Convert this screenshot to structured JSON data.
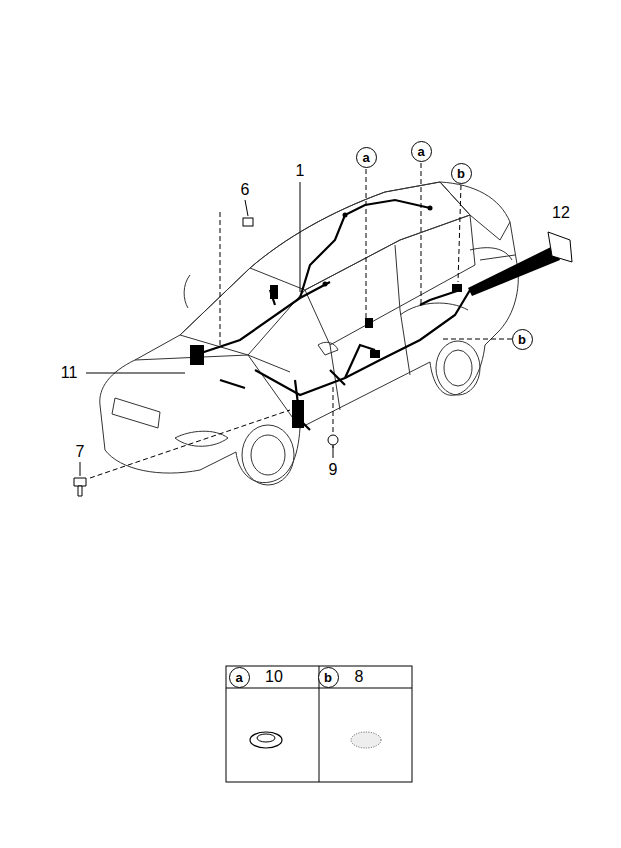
{
  "diagram": {
    "nodes": [
      {
        "text": [
          "a"
        ]
      },
      {
        "text": [
          "a"
        ]
      },
      {
        "text": [
          "b"
        ]
      },
      {
        "text": [
          "b"
        ]
      },
      {
        "text": [
          "a"
        ]
      },
      {
        "text": [
          "b"
        ]
      }
    ],
    "labels": [
      "1",
      "6",
      "12",
      "11",
      "7",
      "9",
      "10",
      "8"
    ]
  }
}
